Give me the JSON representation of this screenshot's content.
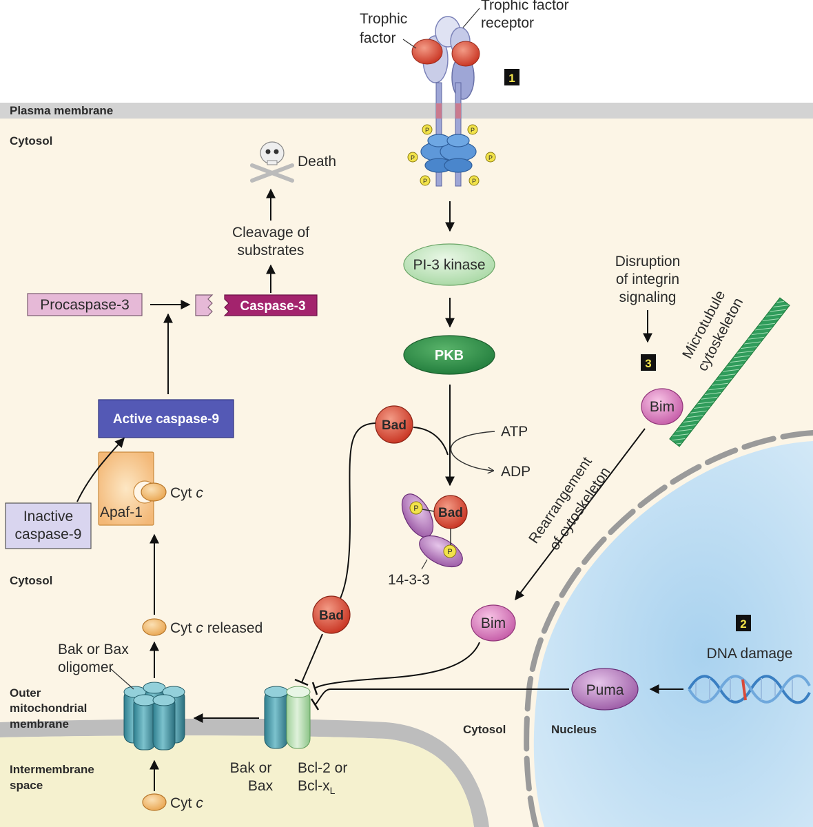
{
  "regions": {
    "plasma_membrane": "Plasma membrane",
    "cytosol_top": "Cytosol",
    "cytosol_mid": "Cytosol",
    "cytosol_bottom": "Cytosol",
    "outer_mito_line1": "Outer",
    "outer_mito_line2": "mitochondrial",
    "outer_mito_line3": "membrane",
    "intermembrane_line1": "Intermembrane",
    "intermembrane_line2": "space",
    "nucleus": "Nucleus"
  },
  "steps": {
    "step1": "1",
    "step2": "2",
    "step3": "3"
  },
  "labels": {
    "trophic_factor_line1": "Trophic",
    "trophic_factor_line2": "factor",
    "receptor_line1": "Trophic factor",
    "receptor_line2": "receptor",
    "phospho": "P",
    "death": "Death",
    "cleavage_line1": "Cleavage of",
    "cleavage_line2": "substrates",
    "procaspase3": "Procaspase-3",
    "caspase3": "Caspase-3",
    "active_caspase9": "Active caspase-9",
    "apaf1": "Apaf-1",
    "cytc_apaf": "Cyt",
    "cytc_released": "Cyt",
    "released": "released",
    "cytc_bottom": "Cyt",
    "c": "c",
    "inactive_casp9_line1": "Inactive",
    "inactive_casp9_line2": "caspase-9",
    "bak_bax_oligomer_line1": "Bak or Bax",
    "bak_bax_oligomer_line2": "oligomer",
    "bak_bax_line1": "Bak or",
    "bak_bax_line2": "Bax",
    "bcl2_line1": "Bcl-2 or",
    "bcl2_line2": "Bcl-x",
    "bcl2_sub": "L",
    "pi3k": "PI-3 kinase",
    "pkb": "PKB",
    "bad_top": "Bad",
    "bad_complex": "Bad",
    "bad_lower": "Bad",
    "atp": "ATP",
    "adp": "ADP",
    "protein_1433": "14-3-3",
    "disruption_line1": "Disruption",
    "disruption_line2": "of integrin",
    "disruption_line3": "signaling",
    "microtubule_line1": "Microtubule",
    "microtubule_line2": "cytoskeleton",
    "bim_top": "Bim",
    "bim_lower": "Bim",
    "rearrangement_line1": "Rearrangement",
    "rearrangement_line2": "of cytoskeleton",
    "dna_damage": "DNA damage",
    "puma": "Puma"
  }
}
